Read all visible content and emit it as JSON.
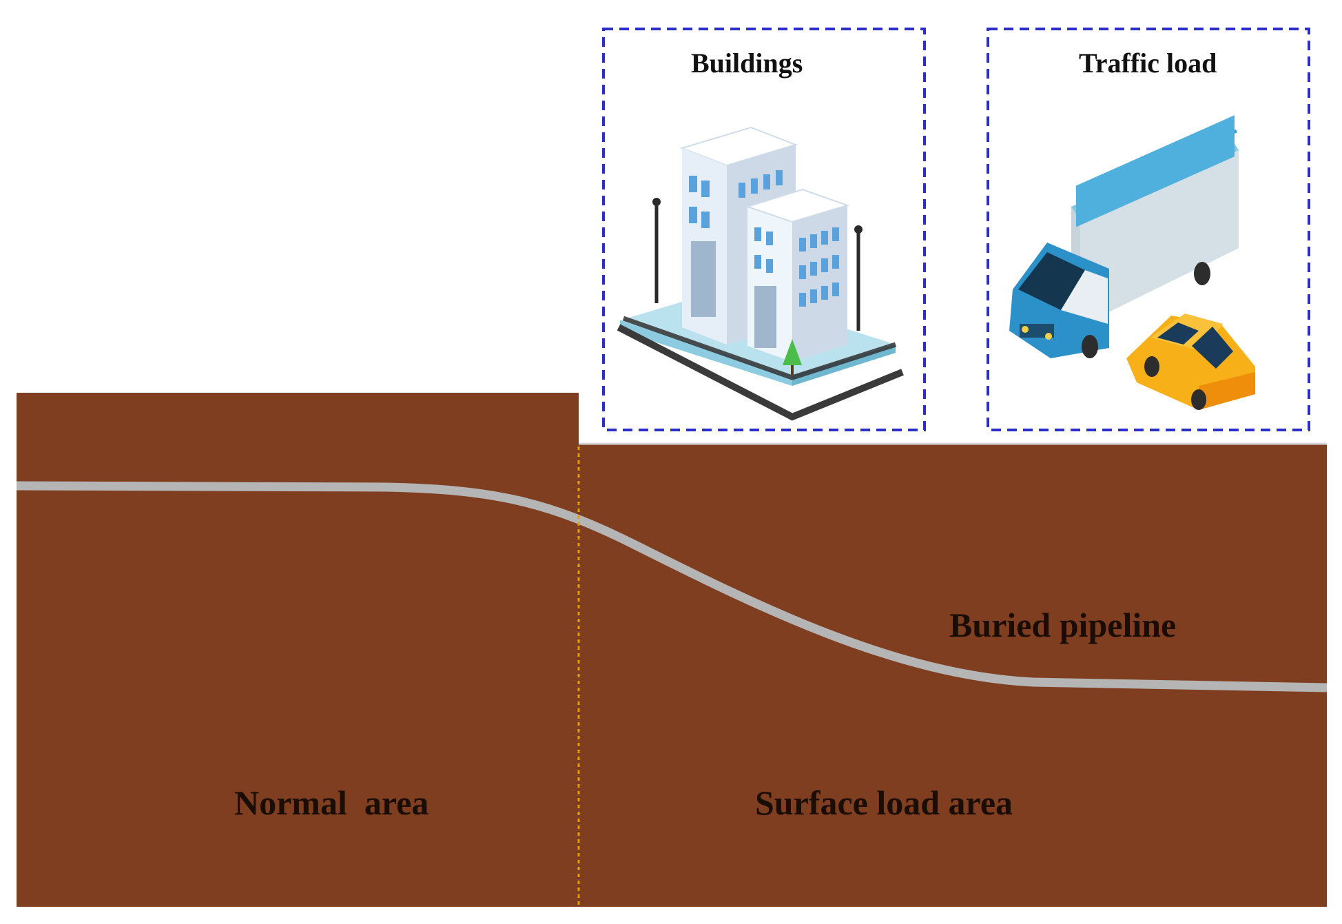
{
  "figure": {
    "labels": {
      "buildings": "Buildings",
      "traffic_load": "Traffic load",
      "buried_pipeline": "Buried pipeline",
      "normal_area": "Normal  area",
      "surface_load_area": "Surface load area"
    },
    "colors": {
      "soil": "#803e21",
      "pipeline": "#b5b5b5",
      "boundary_line": "#e0a100",
      "box_border": "#2d2dc8",
      "background": "#ffffff"
    },
    "icons": [
      "building-icon",
      "truck-icon",
      "car-icon",
      "street-lamp-icon",
      "tree-icon"
    ]
  }
}
